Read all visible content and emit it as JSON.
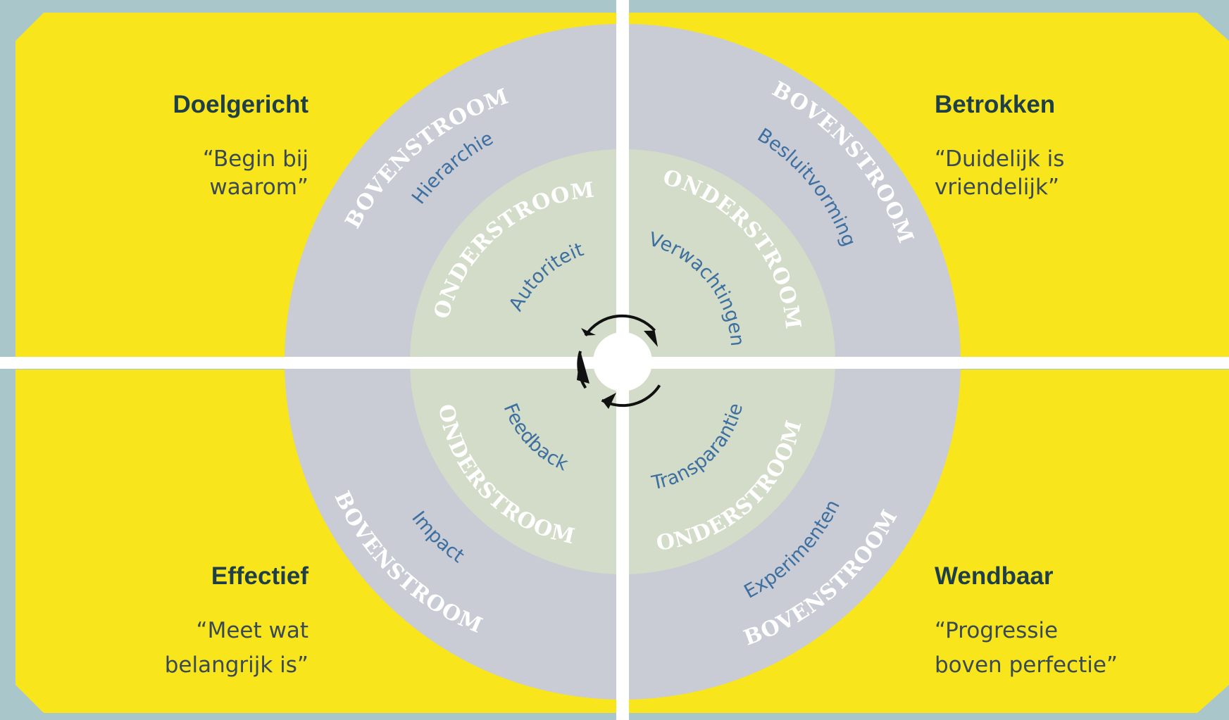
{
  "colors": {
    "background": "#a9c6cb",
    "yellow": "#f9e51c",
    "outer_ring": "#c9ccd4",
    "inner_ring": "#d3dcc8",
    "divider": "#ffffff",
    "title_text": "#1f3f48",
    "quote_text": "#3a4a55",
    "keyword_text": "#3d6fa0"
  },
  "center_icon": "cycle-arrows-icon",
  "quadrants": [
    {
      "id": "top-left",
      "title": "Doelgericht",
      "quote_lines": [
        "“Begin bij",
        "waarom”"
      ],
      "outer_label": "BOVENSTROOM",
      "outer_keyword": "Hierarchie",
      "inner_label": "ONDERSTROOM",
      "inner_keyword": "Autoriteit"
    },
    {
      "id": "top-right",
      "title": "Betrokken",
      "quote_lines": [
        "“Duidelijk is",
        "vriendelijk”"
      ],
      "outer_label": "BOVENSTROOM",
      "outer_keyword": "Besluitvorming",
      "inner_label": "ONDERSTROOM",
      "inner_keyword": "Verwachtingen"
    },
    {
      "id": "bottom-left",
      "title": "Effectief",
      "quote_lines": [
        "“Meet wat",
        "belangrijk is”"
      ],
      "outer_label": "BOVENSTROOM",
      "outer_keyword": "Impact",
      "inner_label": "ONDERSTROOM",
      "inner_keyword": "Feedback"
    },
    {
      "id": "bottom-right",
      "title": "Wendbaar",
      "quote_lines": [
        "“Progressie",
        "boven perfectie”"
      ],
      "outer_label": "BOVENSTROOM",
      "outer_keyword": "Experimenten",
      "inner_label": "ONDERSTROOM",
      "inner_keyword": "Transparantie"
    }
  ]
}
